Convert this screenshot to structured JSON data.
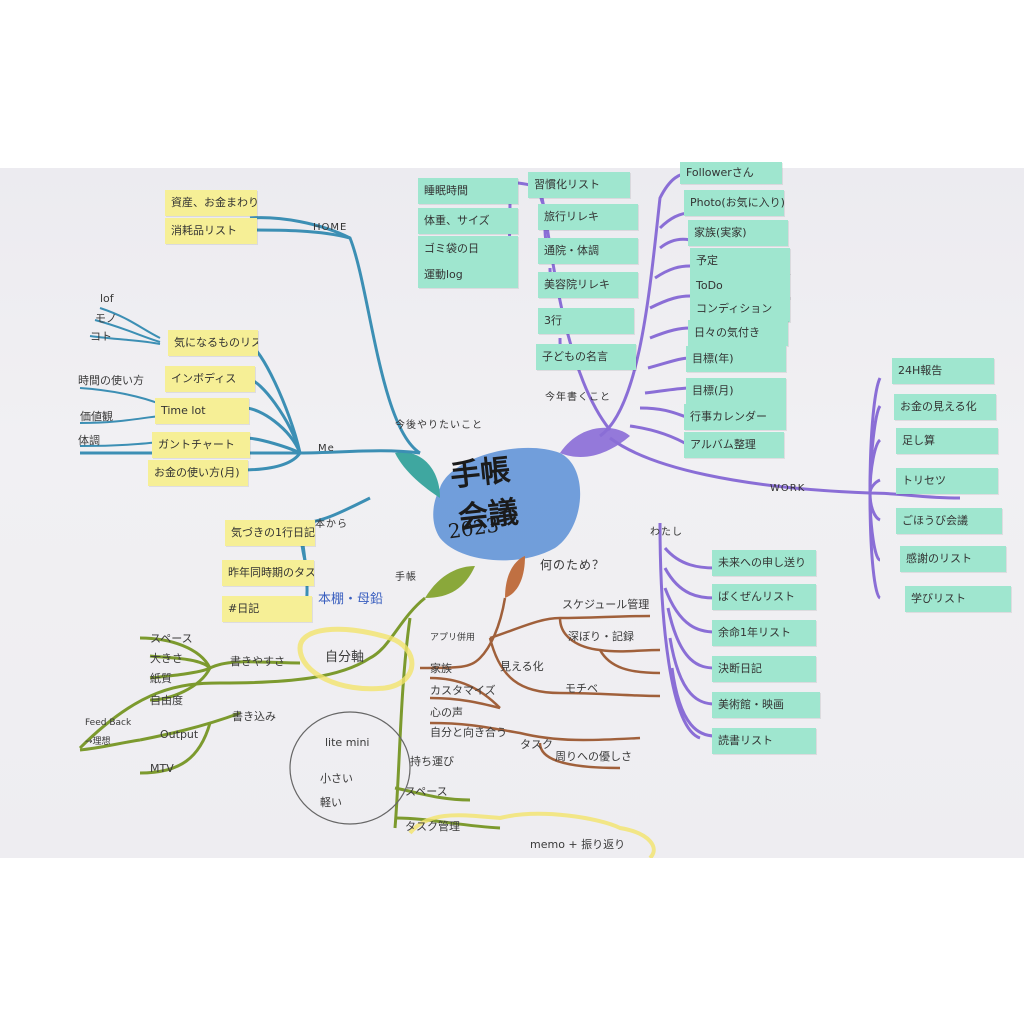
{
  "center": {
    "line1": "手帳",
    "line2": "会議",
    "year": "2023"
  },
  "branches": {
    "home": "HOME",
    "me": "Me",
    "book": "本から",
    "techo": "手帳",
    "kongo": "今後やりたいこと",
    "kotoshi": "今年書くこと",
    "naze": "何のため？",
    "work": "WORK",
    "watashi": "わたし"
  },
  "notes": {
    "home": [
      "資産、お金まわりの記録",
      "消耗品リスト"
    ],
    "me": [
      "気になるものリスト",
      "インボディス",
      "Time lot",
      "ガントチャート",
      "お金の使い方(月)"
    ],
    "book": [
      "気づきの1行日記",
      "昨年同時期のタスク",
      "#日記"
    ],
    "top_left": [
      "睡眠時間",
      "体重、サイズ",
      "ゴミ袋の日",
      "運動log"
    ],
    "kotoshi_col1": [
      "習慣化リスト",
      "旅行リレキ",
      "通院・体調",
      "美容院リレキ",
      "3行",
      "子どもの名言"
    ],
    "kotoshi_col2": [
      "Followerさん",
      "Photo(お気に入り)",
      "家族(実家)",
      "予定",
      "ToDo",
      "コンディション",
      "日々の気付き",
      "目標(年)",
      "目標(月)",
      "行事カレンダー",
      "アルバム整理"
    ],
    "work": [
      "24H報告",
      "お金の見える化",
      "足し算",
      "トリセツ",
      "ごほうび会議",
      "感謝のリスト",
      "学びリスト"
    ],
    "watashi": [
      "未来への申し送り",
      "ばくぜんリスト",
      "余命1年リスト",
      "決断日記",
      "美術館・映画",
      "読書リスト"
    ]
  },
  "hand": {
    "me_sub": [
      "lof",
      "モノ",
      "コト",
      "時間の使い方",
      "価値観",
      "体調"
    ],
    "techo_sub": [
      "スペース",
      "大きさ",
      "紙質",
      "自由度",
      "書きやすさ",
      "自分軸",
      "本棚・母鉛",
      "Feed Back",
      "→理想",
      "Output",
      "MTV",
      "書き込み"
    ],
    "naze_sub": [
      "スケジュール管理",
      "深ぼり・記録",
      "アプリ併用",
      "家族",
      "カスタマイズ",
      "心の声",
      "自分と向き合う",
      "見える化",
      "モチベ",
      "タスク",
      "周りへの優しさ"
    ],
    "lite": [
      "lite mini",
      "小さい",
      "軽い",
      "持ち運び",
      "スペース",
      "タスク管理",
      "memo + 振り返り"
    ]
  },
  "colors": {
    "yellow_note": "#f6ef96",
    "green_note": "#9fe6cf",
    "blue_line": "#3c8fb4",
    "purple_line": "#8a6ed6",
    "olive_line": "#7c9a2e",
    "brown_line": "#a0603b",
    "center_blob": "#5b8fd6"
  }
}
